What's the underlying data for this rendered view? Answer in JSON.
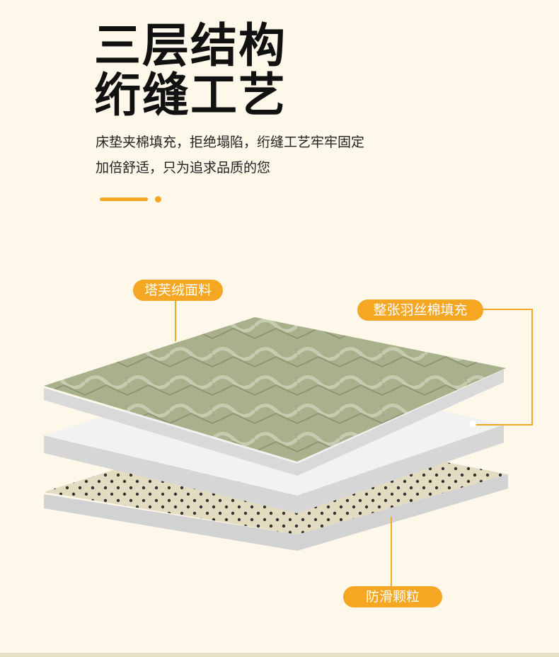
{
  "title": {
    "line1": "三层结构",
    "line2": "绗缝工艺"
  },
  "description": {
    "line1": "床垫夹棉填充，拒绝塌陷，绗缝工艺牢牢固定",
    "line2": "加倍舒适，只为追求品质的您"
  },
  "labels": {
    "top": "塔芙绒面料",
    "middle": "整张羽丝棉填充",
    "bottom": "防滑颗粒"
  },
  "colors": {
    "accent": "#f5a623",
    "background": "#fdf8ea",
    "fabric": "#a9b08c",
    "filling": "#eeeeee",
    "base": "#e4dcc0"
  }
}
